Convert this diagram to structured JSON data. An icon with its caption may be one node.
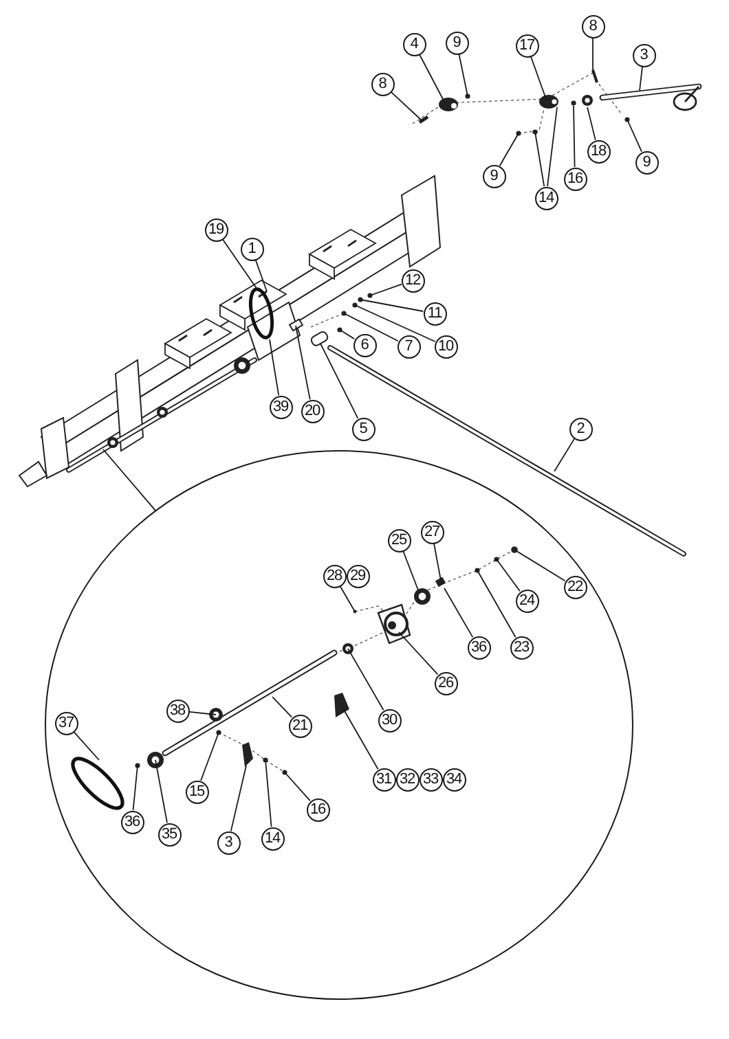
{
  "diagram": {
    "nodes": [
      {
        "text": [
          "4"
        ]
      },
      {
        "text": [
          "9"
        ]
      },
      {
        "text": [
          "17"
        ]
      },
      {
        "text": [
          "8"
        ]
      },
      {
        "text": [
          "3"
        ]
      },
      {
        "text": [
          "8"
        ]
      },
      {
        "text": [
          "18"
        ]
      },
      {
        "text": [
          "9"
        ]
      },
      {
        "text": [
          "9"
        ]
      },
      {
        "text": [
          "16"
        ]
      },
      {
        "text": [
          "14"
        ]
      },
      {
        "text": [
          "19"
        ]
      },
      {
        "text": [
          "1"
        ]
      },
      {
        "text": [
          "12"
        ]
      },
      {
        "text": [
          "11"
        ]
      },
      {
        "text": [
          "6"
        ]
      },
      {
        "text": [
          "7"
        ]
      },
      {
        "text": [
          "10"
        ]
      },
      {
        "text": [
          "39"
        ]
      },
      {
        "text": [
          "20"
        ]
      },
      {
        "text": [
          "5"
        ]
      },
      {
        "text": [
          "2"
        ]
      },
      {
        "text": [],
        "shape": "circle"
      },
      {
        "text": [
          "27"
        ],
        "in": 22
      },
      {
        "text": [
          "25"
        ],
        "in": 22
      },
      {
        "text": [
          "28"
        ],
        "in": 22
      },
      {
        "text": [
          "29"
        ],
        "in": 22
      },
      {
        "text": [
          "22"
        ],
        "in": 22
      },
      {
        "text": [
          "24"
        ],
        "in": 22
      },
      {
        "text": [
          "36"
        ],
        "in": 22
      },
      {
        "text": [
          "23"
        ],
        "in": 22
      },
      {
        "text": [
          "26"
        ],
        "in": 22
      },
      {
        "text": [
          "38"
        ],
        "in": 22
      },
      {
        "text": [
          "30"
        ],
        "in": 22
      },
      {
        "text": [
          "37"
        ],
        "in": 22
      },
      {
        "text": [
          "21"
        ],
        "in": 22
      },
      {
        "text": [
          "31"
        ],
        "in": 22
      },
      {
        "text": [
          "32"
        ],
        "in": 22
      },
      {
        "text": [
          "33"
        ],
        "in": 22
      },
      {
        "text": [
          "34"
        ],
        "in": 22
      },
      {
        "text": [
          "15"
        ],
        "in": 22
      },
      {
        "text": [
          "16"
        ],
        "in": 22
      },
      {
        "text": [
          "36"
        ],
        "in": 22
      },
      {
        "text": [
          "35"
        ],
        "in": 22
      },
      {
        "text": [
          "14"
        ],
        "in": 22
      },
      {
        "text": [
          "3"
        ],
        "in": 22
      }
    ],
    "edges": [
      {
        "from": 0,
        "to": null,
        "arrow": "none"
      },
      {
        "from": 1,
        "to": null,
        "arrow": "none"
      },
      {
        "from": 2,
        "to": null,
        "arrow": "none"
      },
      {
        "from": 3,
        "to": null,
        "arrow": "none"
      },
      {
        "from": 4,
        "to": null,
        "arrow": "none"
      },
      {
        "from": 5,
        "to": null,
        "arrow": "none"
      },
      {
        "from": 6,
        "to": null,
        "arrow": "none"
      },
      {
        "from": 7,
        "to": null,
        "arrow": "none"
      },
      {
        "from": 8,
        "to": null,
        "arrow": "none"
      },
      {
        "from": 9,
        "to": null,
        "arrow": "none"
      },
      {
        "from": 10,
        "to": null,
        "arrow": "none"
      },
      {
        "from": 10,
        "to": null,
        "arrow": "none"
      },
      {
        "from": 11,
        "to": null,
        "arrow": "none"
      },
      {
        "from": 12,
        "to": null,
        "arrow": "none"
      },
      {
        "from": 13,
        "to": null,
        "arrow": "none"
      },
      {
        "from": 14,
        "to": null,
        "arrow": "none"
      },
      {
        "from": 15,
        "to": null,
        "arrow": "none"
      },
      {
        "from": 16,
        "to": null,
        "arrow": "none"
      },
      {
        "from": 17,
        "to": null,
        "arrow": "none"
      },
      {
        "from": 18,
        "to": null,
        "arrow": "none"
      },
      {
        "from": 19,
        "to": null,
        "arrow": "none"
      },
      {
        "from": 20,
        "to": null,
        "arrow": "none"
      },
      {
        "from": 21,
        "to": null,
        "arrow": "none"
      },
      {
        "from": 22,
        "to": null,
        "arrow": "none"
      },
      {
        "from": 23,
        "to": null,
        "arrow": "none"
      },
      {
        "from": 24,
        "to": null,
        "arrow": "none"
      },
      {
        "from": 25,
        "to": null,
        "arrow": "none"
      },
      {
        "from": 27,
        "to": null,
        "arrow": "none"
      },
      {
        "from": 28,
        "to": null,
        "arrow": "none"
      },
      {
        "from": 29,
        "to": null,
        "arrow": "none"
      },
      {
        "from": 30,
        "to": null,
        "arrow": "none"
      },
      {
        "from": 31,
        "to": null,
        "arrow": "none"
      },
      {
        "from": 32,
        "to": null,
        "arrow": "none"
      },
      {
        "from": 33,
        "to": null,
        "arrow": "none"
      },
      {
        "from": 34,
        "to": null,
        "arrow": "none"
      },
      {
        "from": 35,
        "to": null,
        "arrow": "none"
      },
      {
        "from": 36,
        "to": null,
        "arrow": "none"
      },
      {
        "from": 40,
        "to": null,
        "arrow": "none"
      },
      {
        "from": 41,
        "to": null,
        "arrow": "none"
      },
      {
        "from": 42,
        "to": null,
        "arrow": "none"
      },
      {
        "from": 43,
        "to": null,
        "arrow": "none"
      },
      {
        "from": 44,
        "to": null,
        "arrow": "none"
      },
      {
        "from": 45,
        "to": null,
        "arrow": "none"
      }
    ]
  }
}
